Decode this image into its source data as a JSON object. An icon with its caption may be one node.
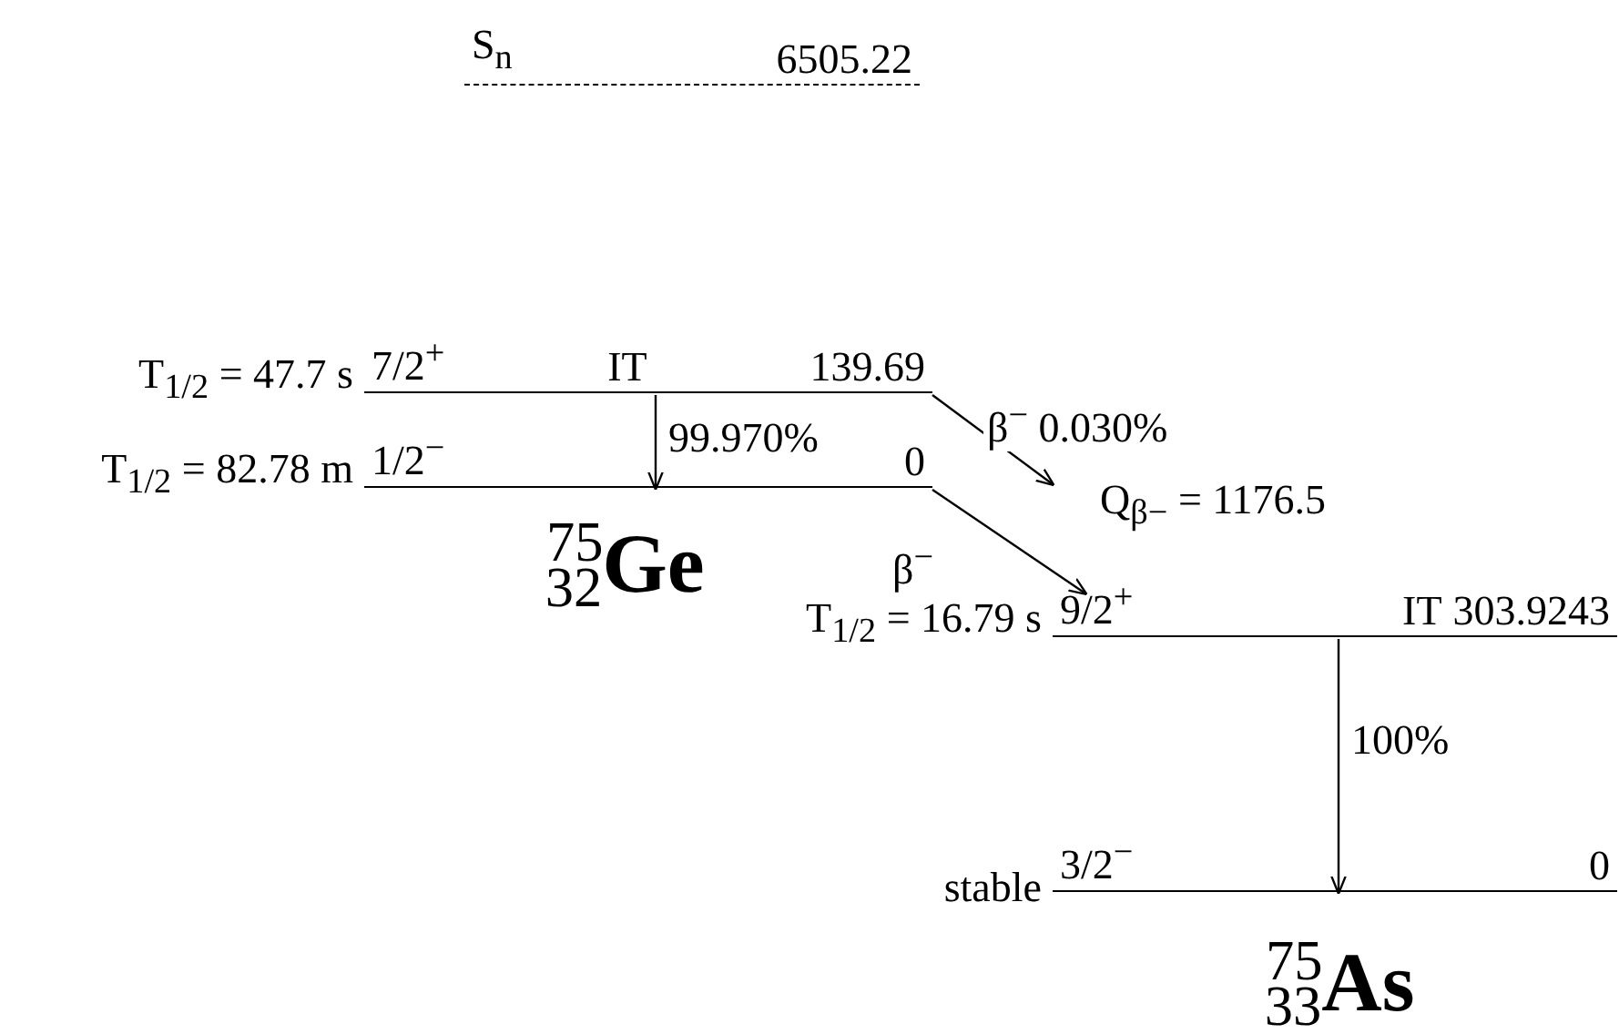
{
  "diagram": {
    "nodes": [
      {
        "text": [
          "S$_{n}$",
          "6505.22"
        ]
      },
      {
        "text": [
          "7/2$^{+}$",
          "IT",
          "139.69"
        ],
        "beside": [
          "T$_{1/2}$ = 47.7 s"
        ]
      },
      {
        "text": [
          "1/2$^{−}$",
          "0"
        ],
        "beside": [
          "T$_{1/2}$ = 82.78 m"
        ]
      },
      {
        "text": [
          "9/2$^{+}$",
          "IT",
          "303.9243"
        ],
        "beside": [
          "T$_{1/2}$ = 16.79 s"
        ]
      },
      {
        "text": [
          "3/2$^{−}$",
          "0"
        ],
        "beside": [
          "stable"
        ]
      }
    ],
    "edges": [
      {
        "from": 1,
        "to": 2,
        "arrow": "to",
        "label": "99.970%"
      },
      {
        "from": 1,
        "to": null,
        "arrow": "to",
        "label": "β$^{−}$ 0.030%"
      },
      {
        "from": 2,
        "to": 3,
        "arrow": "to",
        "label": "β$^{−}$"
      },
      {
        "from": 3,
        "to": 4,
        "arrow": "to",
        "label": "100%"
      }
    ],
    "labels": [
      "$^{75}$$_{32}$**Ge**",
      "Q$_{β−}$ = 1176.5",
      "$^{75}$$_{33}$**As**"
    ]
  }
}
